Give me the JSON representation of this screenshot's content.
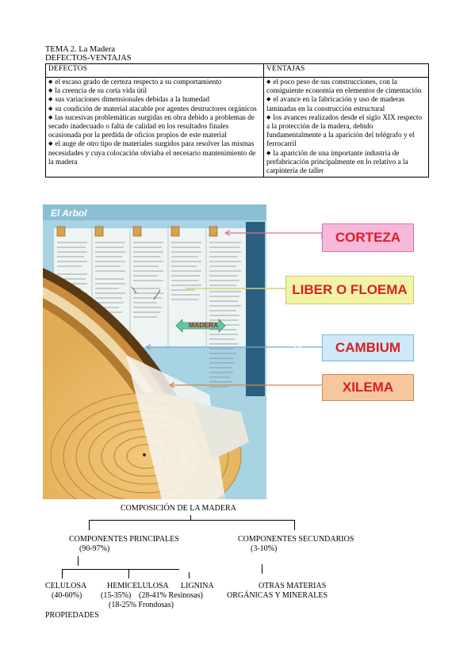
{
  "header": {
    "tema": "TEMA 2. La Madera",
    "subtitle": "DEFECTOS-VENTAJAS"
  },
  "table": {
    "headers": [
      "DEFECTOS",
      "VENTAJAS"
    ],
    "defectos": [
      "el escaso grado de certeza respecto a su comportamiento",
      "la creencia de su corta vida útil",
      "sus variaciones dimensionales debidas a la humedad",
      "su condición de material atacable por agentes destructores orgánicos",
      "las sucesivas problemáticas surgidas en obra debido a problemas de secado inadecuado o falta de calidad en los resultados finales ocasionada por la perdida de oficios propios de este material",
      "el auge de otro tipo de materiales surgidos para resolver las mismas necesidades y cuya colocación obviaba el necesario mantenimiento de la madera"
    ],
    "ventajas": [
      "el poco peso de sus construcciones, con la consiguiente economía en elementos de cimentación",
      "el avance en la fabricación y uso de maderas laminadas en la construcción estructural",
      "los avances realizados desde el siglo XIX respecto a la protección de la madera, debido fundamentalmente a la aparición del telégrafo y el ferrocarril",
      "la aparición de una importante industria de prefabricación principalmente en lo relativo a la carpintería de taller"
    ]
  },
  "figure": {
    "title": "El Arbol",
    "side_title": "El interior de la Madera",
    "madera_label": "MADERA",
    "labels": [
      "CORTEZA",
      "LIBER O FLOEMA",
      "CAMBIUM",
      "XILEMA"
    ],
    "colors": {
      "label_bg": "#f7b8dc",
      "label_text": "#d82020",
      "floema_bg": "#f3f3a8",
      "cambium_bg": "#cfe9f8",
      "xilema_bg": "#f6c79d",
      "panel": "#a0cfe0",
      "wood": "#e6b561"
    }
  },
  "composicion": {
    "title": "COMPOSICIÓN DE LA MADERA",
    "principales": {
      "label": "COMPONENTES PRINCIPALES",
      "pct": "(90-97%)"
    },
    "secundarios": {
      "label": "COMPONENTES SECUNDARIOS",
      "pct": "(3-10%)"
    },
    "celulosa": {
      "label": "CELULOSA",
      "pct": "(40-60%)"
    },
    "hemicelulosa": {
      "label": "HEMICELULOSA",
      "pct1": "(15-35%)",
      "pct2": "(18-25% Frondosas)"
    },
    "lignina": {
      "label": "LIGNINA",
      "pct": "(28-41% Resinosas)"
    },
    "otras": {
      "line1": "OTRAS MATERIAS",
      "line2": "ORGÁNICAS Y MINERALES"
    }
  },
  "propiedades": "PROPIEDADES"
}
